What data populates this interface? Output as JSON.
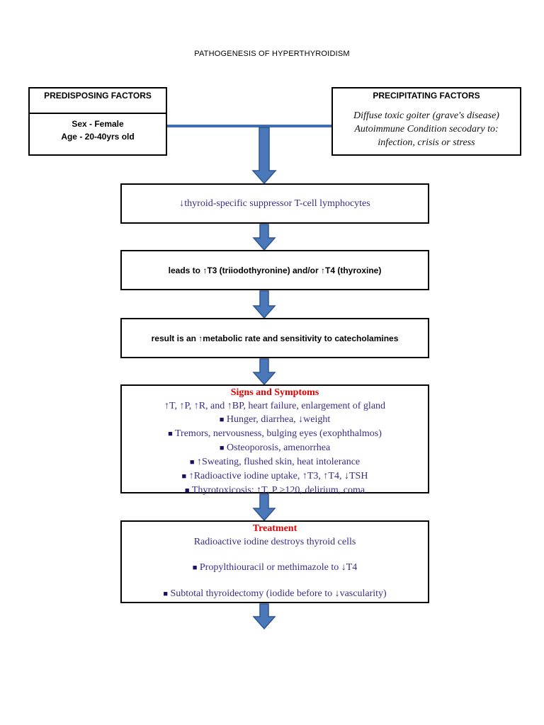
{
  "title": "PATHOGENESIS OF HYPERTHYROIDISM",
  "predisposing": {
    "heading": "PREDISPOSING FACTORS",
    "items": [
      "Sex - Female",
      "Age - 20-40yrs old"
    ]
  },
  "precipitating": {
    "heading": "PRECIPITATING FACTORS",
    "items": [
      "Diffuse toxic goiter (grave's disease)",
      "Autoimmune Condition secodary to:",
      "infection, crisis or stress"
    ]
  },
  "steps": [
    "↓thyroid-specific suppressor T-cell lymphocytes",
    "leads to ↑T3 (triiodothyronine) and/or ↑T4 (thyroxine)",
    "result is an ↑metabolic rate and sensitivity to catecholamines"
  ],
  "signs": {
    "heading": "Signs and Symptoms",
    "first": "↑T, ↑P, ↑R, and ↑BP, heart failure, enlargement of gland",
    "bullet_symbol": "■",
    "items": [
      "Hunger, diarrhea, ↓weight",
      "Tremors, nervousness, bulging eyes (exophthalmos)",
      "Osteoporosis, amenorrhea",
      "↑Sweating, flushed skin, heat intolerance",
      "↑Radioactive iodine uptake, ↑T3, ↑T4, ↓TSH",
      "Thyrotoxicosis: ↑T, P >120, delirium, coma"
    ]
  },
  "treatment": {
    "heading": "Treatment",
    "first": "Radioactive iodine destroys thyroid cells",
    "items": [
      "Propylthiouracil or methimazole to ↓T4",
      "Subtotal thyroidectomy (iodide before to ↓vascularity)"
    ]
  },
  "colors": {
    "arrow_fill": "#4a78b8",
    "arrow_stroke": "#2e5590",
    "connector": "#3f6fb1",
    "heading_red": "#e30000",
    "body_text": "#3d2b86"
  }
}
